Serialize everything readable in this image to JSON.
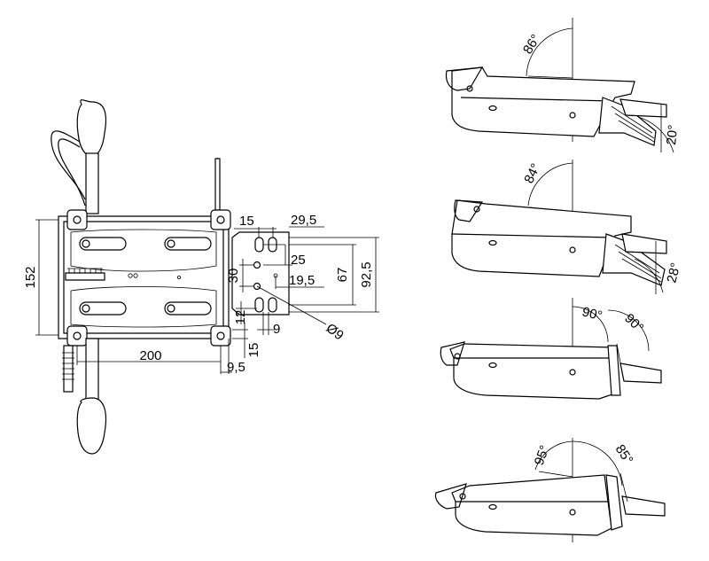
{
  "top_view": {
    "dimensions": {
      "d152": "152",
      "d200": "200",
      "d15_top": "15",
      "d29_5": "29,5",
      "d25": "25",
      "d30": "30",
      "d19_5": "19,5",
      "d67": "67",
      "d92_5": "92,5",
      "d12": "12",
      "d9": "9",
      "dphi9": "Ø9",
      "d15_bottom": "15",
      "d9_5": "9,5"
    }
  },
  "side_views": [
    {
      "upper_angle": "86°",
      "lower_angle": "20°"
    },
    {
      "upper_angle": "84°",
      "lower_angle": "28°"
    },
    {
      "upper_angle_left": "90°",
      "upper_angle_right": "90°"
    },
    {
      "upper_angle_left": "95°",
      "upper_angle_right": "85°"
    }
  ]
}
